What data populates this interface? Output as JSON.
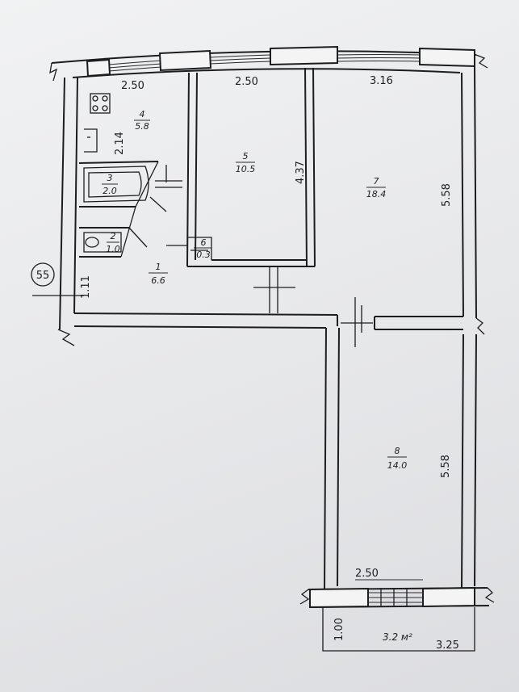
{
  "plan": {
    "marker": "55",
    "dimensions": {
      "top_room4_width": "2.50",
      "top_room5_width": "2.50",
      "top_room7_width": "3.16",
      "room4_depth": "2.14",
      "room5_depth": "4.37",
      "room7_depth": "5.58",
      "room8_depth": "5.58",
      "corridor_width": "1.11",
      "balcony_width_top": "2.50",
      "balcony_depth": "1.00",
      "balcony_length": "3.25"
    },
    "balcony_area": "3.2 м²",
    "rooms": [
      {
        "number": "1",
        "area": "6.6"
      },
      {
        "number": "2",
        "area": "1.0"
      },
      {
        "number": "3",
        "area": "2.0"
      },
      {
        "number": "4",
        "area": "5.8"
      },
      {
        "number": "5",
        "area": "10.5"
      },
      {
        "number": "6",
        "area": "0.3"
      },
      {
        "number": "7",
        "area": "18.4"
      },
      {
        "number": "8",
        "area": "14.0"
      }
    ]
  }
}
